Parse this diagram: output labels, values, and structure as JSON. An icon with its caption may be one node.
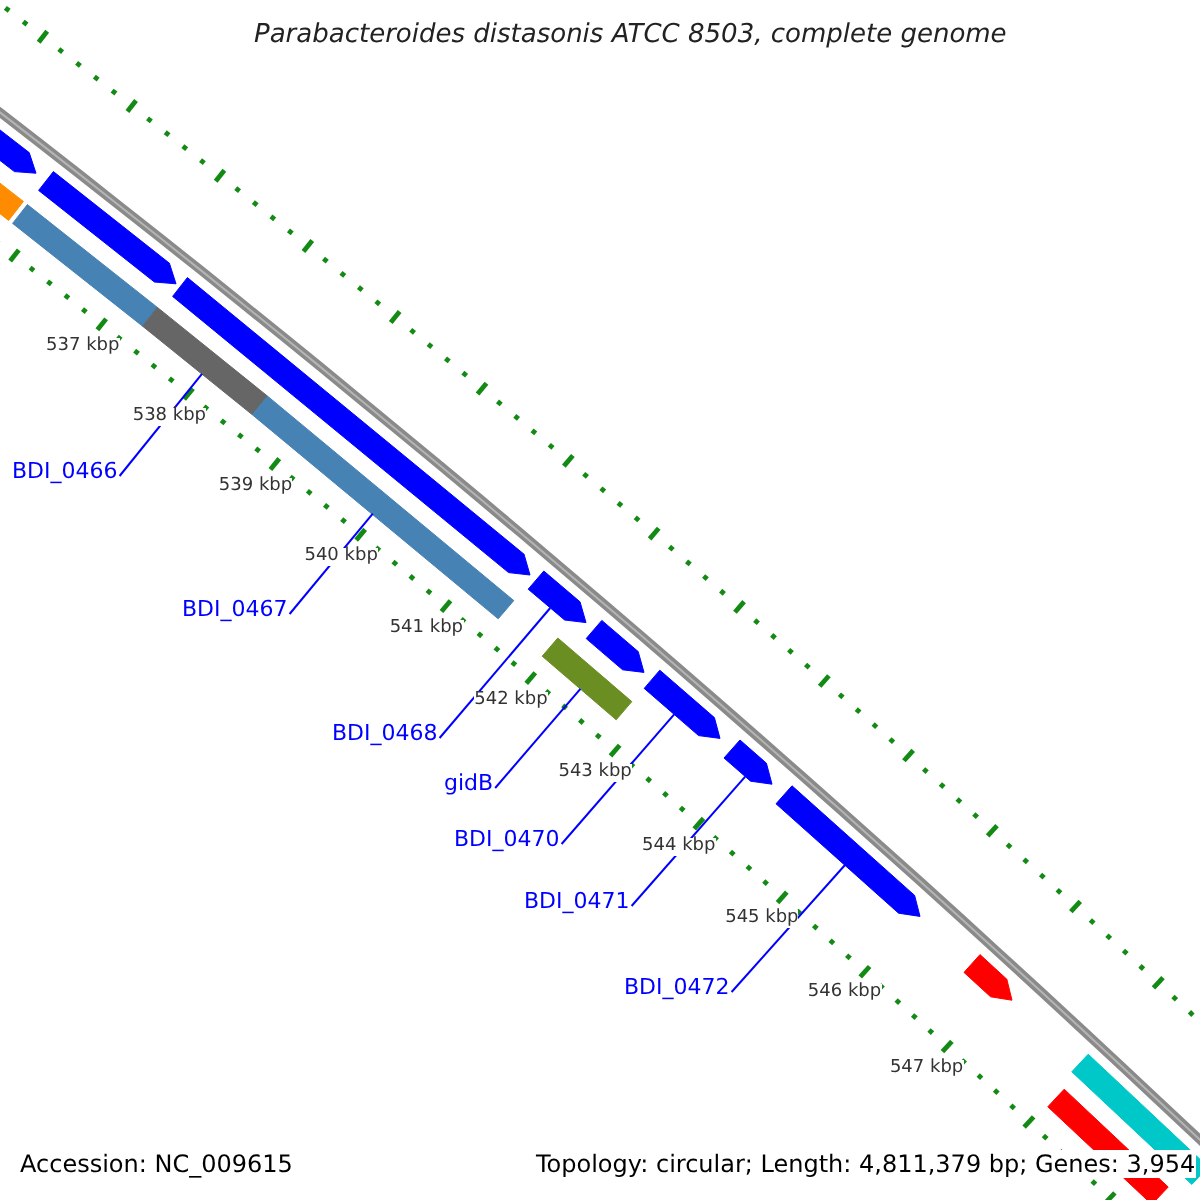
{
  "diagram": {
    "title": "Parabacteroides distasonis ATCC 8503, complete genome",
    "nodes": [
      {
        "text": [
          "BDI_0466"
        ]
      },
      {
        "text": [
          "BDI_0467"
        ]
      },
      {
        "text": [
          "BDI_0468"
        ]
      },
      {
        "text": [
          "gidB"
        ]
      },
      {
        "text": [
          "BDI_0470"
        ]
      },
      {
        "text": [
          "BDI_0471"
        ]
      },
      {
        "text": [
          "BDI_0472"
        ]
      },
      {
        "text": [],
        "shape": "bar"
      },
      {
        "text": [],
        "shape": "bar"
      },
      {
        "text": [],
        "shape": "bar"
      },
      {
        "text": [],
        "shape": "bar"
      },
      {
        "text": [],
        "shape": "bar"
      },
      {
        "text": [],
        "shape": "bar"
      },
      {
        "text": [],
        "shape": "bar"
      },
      {
        "text": [],
        "shape": "bar"
      },
      {
        "text": [],
        "shape": "bar"
      },
      {
        "text": [],
        "shape": "bar"
      },
      {
        "text": [],
        "shape": "bar"
      },
      {
        "text": [],
        "shape": "bar"
      },
      {
        "text": [],
        "shape": "bar"
      },
      {
        "text": [],
        "shape": "bar"
      },
      {
        "text": [],
        "shape": "bar"
      },
      {
        "text": [],
        "shape": "bar"
      }
    ],
    "edges": [
      {
        "from": 0,
        "to": 11,
        "arrow": "none"
      },
      {
        "from": 1,
        "to": 13,
        "arrow": "none"
      },
      {
        "from": 2,
        "to": 14,
        "arrow": "none"
      },
      {
        "from": 3,
        "to": 15,
        "arrow": "none"
      },
      {
        "from": 4,
        "to": 17,
        "arrow": "none"
      },
      {
        "from": 5,
        "to": 18,
        "arrow": "none"
      },
      {
        "from": 6,
        "to": 19,
        "arrow": "none"
      }
    ],
    "labels": [
      "537 kbp",
      "538 kbp",
      "539 kbp",
      "540 kbp",
      "541 kbp",
      "542 kbp",
      "543 kbp",
      "544 kbp",
      "545 kbp",
      "546 kbp",
      "547 kbp",
      "Accession: NC_009615",
      "Topology: circular; Length: 4,811,379 bp; Genes: 3,954"
    ]
  }
}
